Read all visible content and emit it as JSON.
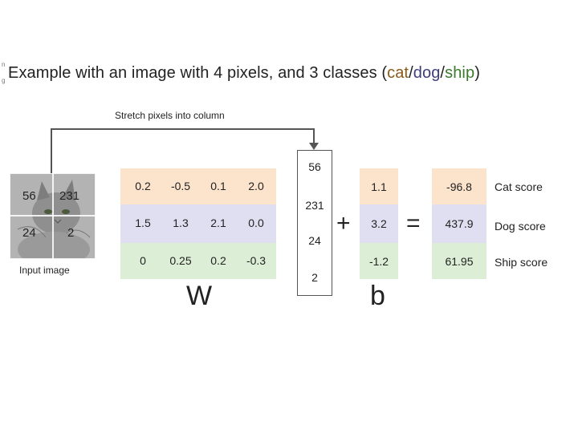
{
  "slide": {
    "corner_letters": [
      "n",
      "g"
    ],
    "title_prefix": "Example with an image with 4 pixels, and 3 classes (",
    "class_cat": "cat",
    "sep1": "/",
    "class_dog": "dog",
    "sep2": "/",
    "class_ship": "ship",
    "title_suffix": ")",
    "stretch_label": "Stretch pixels into column",
    "input_label": "Input image",
    "pixels": [
      "56",
      "231",
      "24",
      "2"
    ],
    "column_values": [
      "56",
      "231",
      "24",
      "2"
    ],
    "W_label": "W",
    "b_label": "b",
    "plus": "+",
    "equals": "=",
    "W_rows": [
      [
        "0.2",
        "-0.5",
        "0.1",
        "2.0"
      ],
      [
        "1.5",
        "1.3",
        "2.1",
        "0.0"
      ],
      [
        "0",
        "0.25",
        "0.2",
        "-0.3"
      ]
    ],
    "b_values": [
      "1.1",
      "3.2",
      "-1.2"
    ],
    "scores": [
      "-96.8",
      "437.9",
      "61.95"
    ],
    "score_labels": [
      "Cat score",
      "Dog score",
      "Ship score"
    ],
    "colors": {
      "cat": "#8a5a16",
      "dog": "#3f3d7a",
      "ship": "#3b7a2c",
      "cat_bg": "#fbe3cc",
      "dog_bg": "#e0dff1",
      "ship_bg": "#dcefd6"
    }
  }
}
